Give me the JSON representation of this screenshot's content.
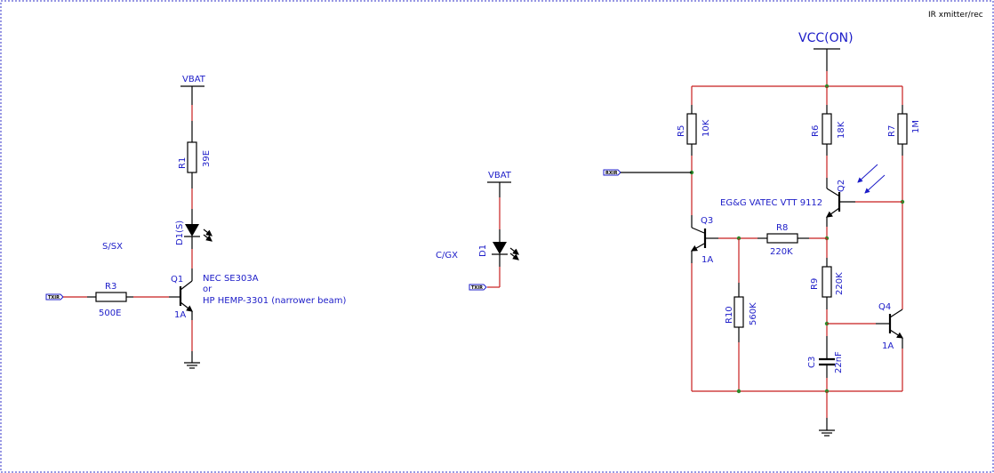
{
  "sheet": {
    "title": "IR xmitter/rec"
  },
  "nets": {
    "vbat1": "VBAT",
    "vbat2": "VBAT",
    "vcc": "VCC(ON)",
    "txir1": "TXIR",
    "txir2": "TXIR",
    "rxir": "RXIR"
  },
  "transmitter": {
    "variant": "S/SX",
    "r1": {
      "ref": "R1",
      "value": "39E"
    },
    "d1": {
      "ref": "D1(S)"
    },
    "q1": {
      "ref": "Q1",
      "value": "1A"
    },
    "r3": {
      "ref": "R3",
      "value": "500E"
    },
    "note1": "NEC SE303A",
    "note2": "or",
    "note3": "HP HEMP-3301 (narrower beam)"
  },
  "transmitter_alt": {
    "variant": "C/GX",
    "d1": {
      "ref": "D1"
    }
  },
  "receiver": {
    "r5": {
      "ref": "R5",
      "value": "10K"
    },
    "r6": {
      "ref": "R6",
      "value": "18K"
    },
    "r7": {
      "ref": "R7",
      "value": "1M"
    },
    "q2": {
      "ref": "Q2",
      "value": "EG&G VATEC VTT 9112"
    },
    "q3": {
      "ref": "Q3",
      "value": "1A"
    },
    "r8": {
      "ref": "R8",
      "value": "220K"
    },
    "r9": {
      "ref": "R9",
      "value": "220K"
    },
    "r10": {
      "ref": "R10",
      "value": "560K"
    },
    "q4": {
      "ref": "Q4",
      "value": "1A"
    },
    "c3": {
      "ref": "C3",
      "value": "22nF"
    }
  },
  "colors": {
    "wire": "#c81e1e",
    "label": "#1c1cc8",
    "junction": "#2a8a2a",
    "frame": "#3232c8"
  }
}
